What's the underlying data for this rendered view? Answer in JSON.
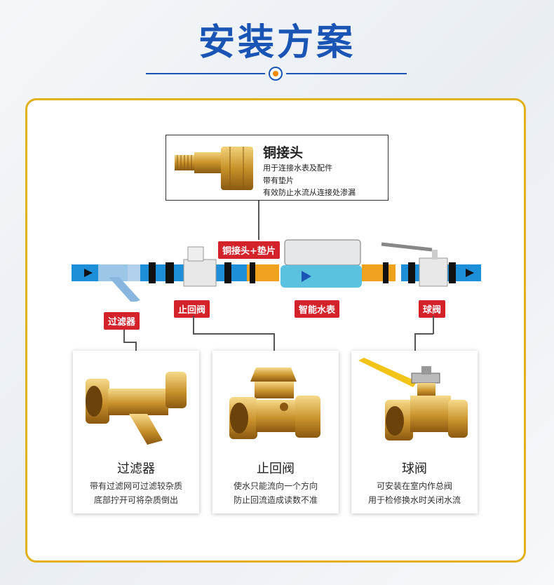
{
  "header": {
    "title": "安装方案"
  },
  "colors": {
    "accent": "#1a55b5",
    "frame": "#e2b01a",
    "label": "#d3222a",
    "pipe": "#1d8fd8",
    "brass": "#d4a23a"
  },
  "top_card": {
    "title": "铜接头",
    "lines": [
      "用于连接水表及配件",
      "带有垫片",
      "有效防止水流从连接处渗漏"
    ]
  },
  "diagram_labels": {
    "copper_washer": "铜接头+垫片",
    "filter": "过滤器",
    "check_valve": "止回阀",
    "smart_meter": "智能水表",
    "ball_valve": "球阀"
  },
  "cards": [
    {
      "name": "过滤器",
      "lines": [
        "带有过滤网可过滤较杂质",
        "底部拧开可将杂质倒出"
      ]
    },
    {
      "name": "止回阀",
      "lines": [
        "使水只能流向一个方向",
        "防止回流造成读数不准"
      ]
    },
    {
      "name": "球阀",
      "lines": [
        "可安装在室内作总阀",
        "用于检修换水时关闭水流"
      ]
    }
  ]
}
